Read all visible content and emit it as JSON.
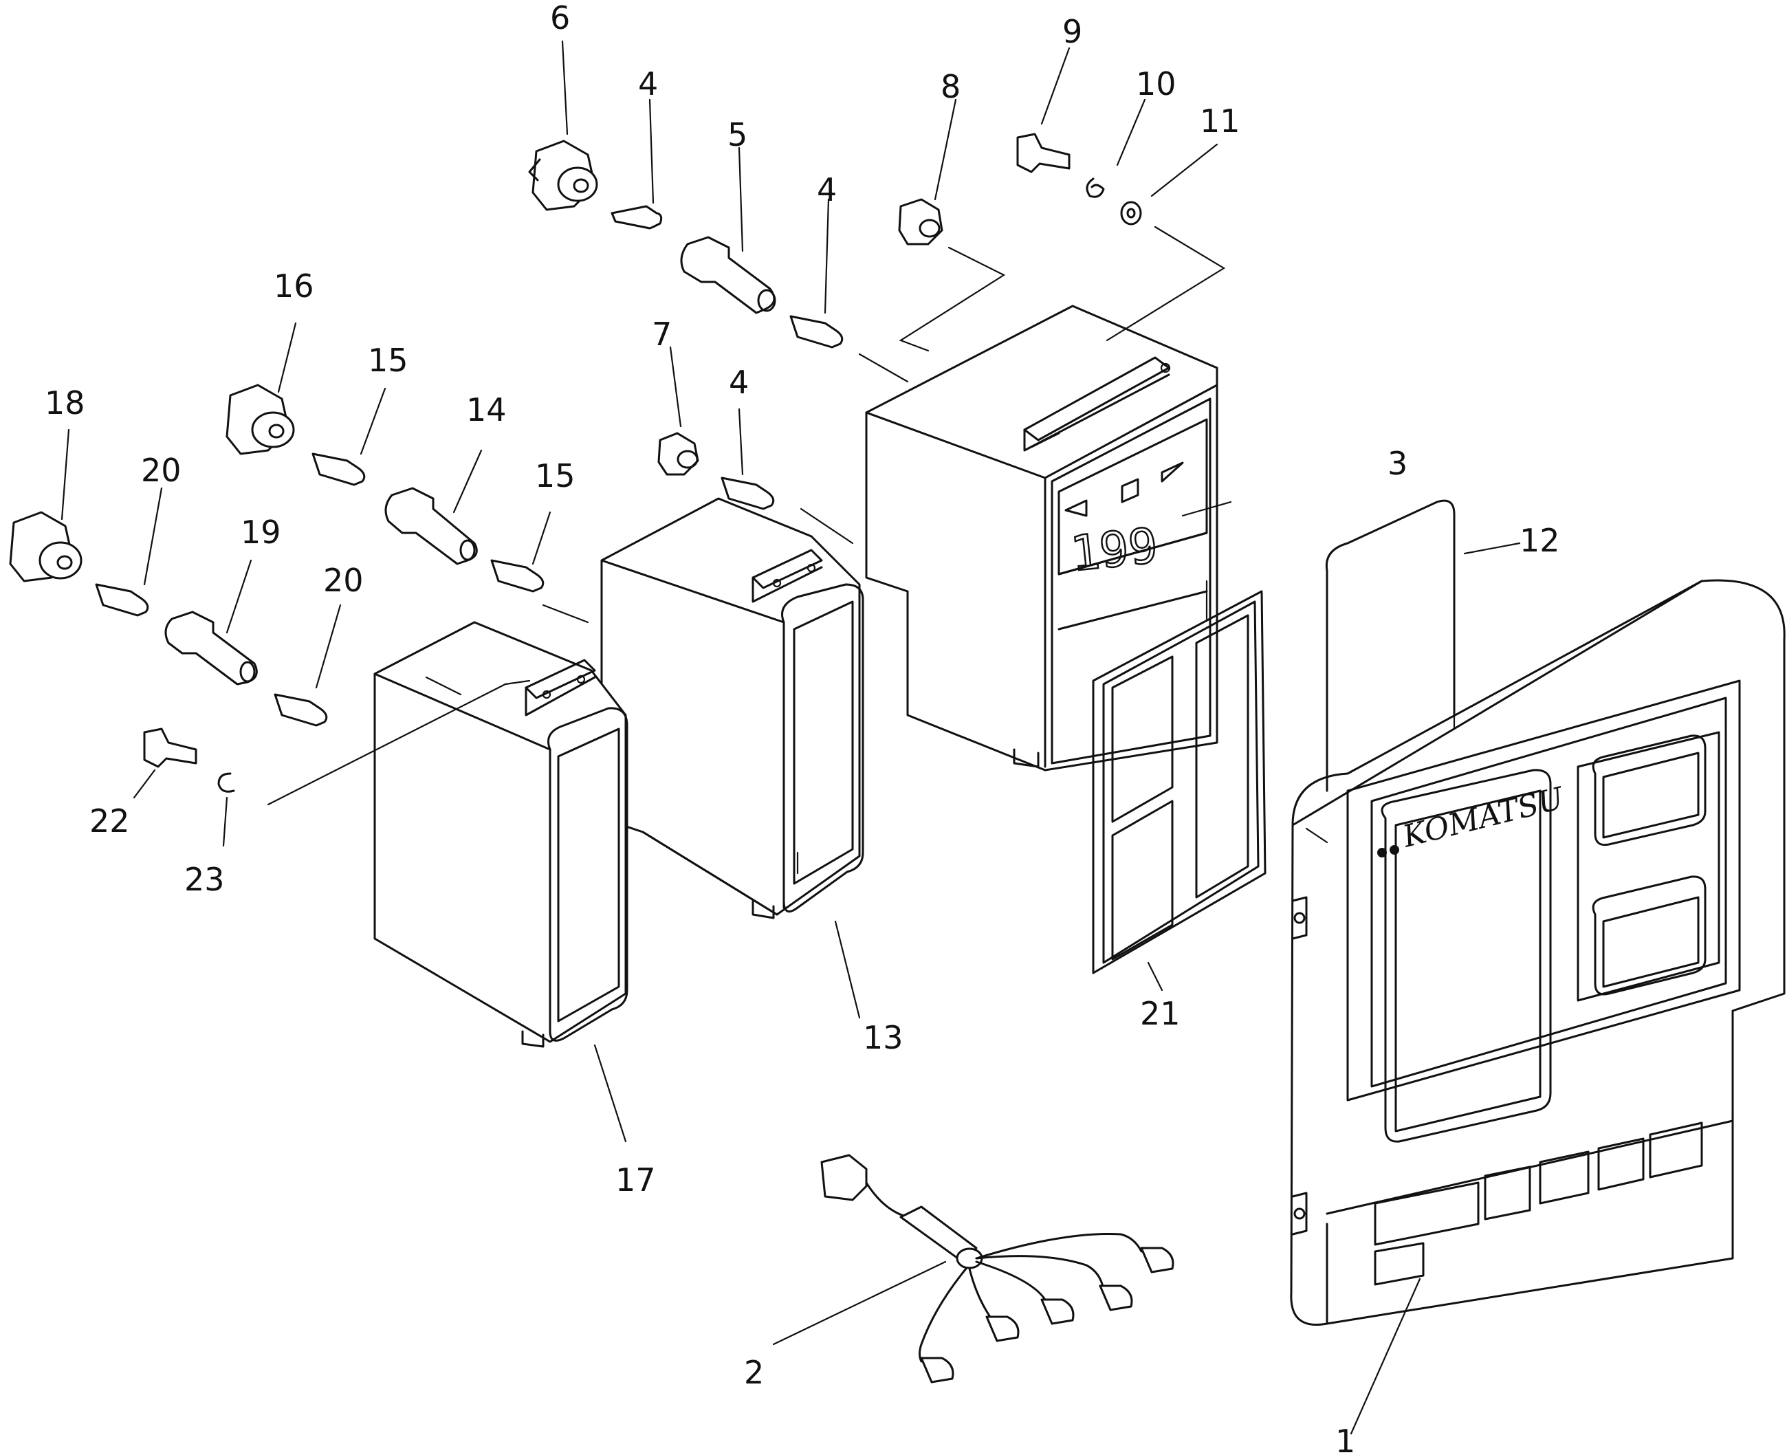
{
  "brand_text": "KOMATSU",
  "display_readout": "199",
  "callouts": [
    {
      "id": "c1",
      "text": "1"
    },
    {
      "id": "c2",
      "text": "2"
    },
    {
      "id": "c3",
      "text": "3"
    },
    {
      "id": "c4a",
      "text": "4"
    },
    {
      "id": "c4b",
      "text": "4"
    },
    {
      "id": "c4c",
      "text": "4"
    },
    {
      "id": "c5",
      "text": "5"
    },
    {
      "id": "c6",
      "text": "6"
    },
    {
      "id": "c7",
      "text": "7"
    },
    {
      "id": "c8",
      "text": "8"
    },
    {
      "id": "c9",
      "text": "9"
    },
    {
      "id": "c10",
      "text": "10"
    },
    {
      "id": "c11",
      "text": "11"
    },
    {
      "id": "c12",
      "text": "12"
    },
    {
      "id": "c13",
      "text": "13"
    },
    {
      "id": "c14",
      "text": "14"
    },
    {
      "id": "c15a",
      "text": "15"
    },
    {
      "id": "c15b",
      "text": "15"
    },
    {
      "id": "c16",
      "text": "16"
    },
    {
      "id": "c17",
      "text": "17"
    },
    {
      "id": "c18",
      "text": "18"
    },
    {
      "id": "c19",
      "text": "19"
    },
    {
      "id": "c20a",
      "text": "20"
    },
    {
      "id": "c20b",
      "text": "20"
    },
    {
      "id": "c21",
      "text": "21"
    },
    {
      "id": "c22",
      "text": "22"
    },
    {
      "id": "c23",
      "text": "23"
    }
  ]
}
